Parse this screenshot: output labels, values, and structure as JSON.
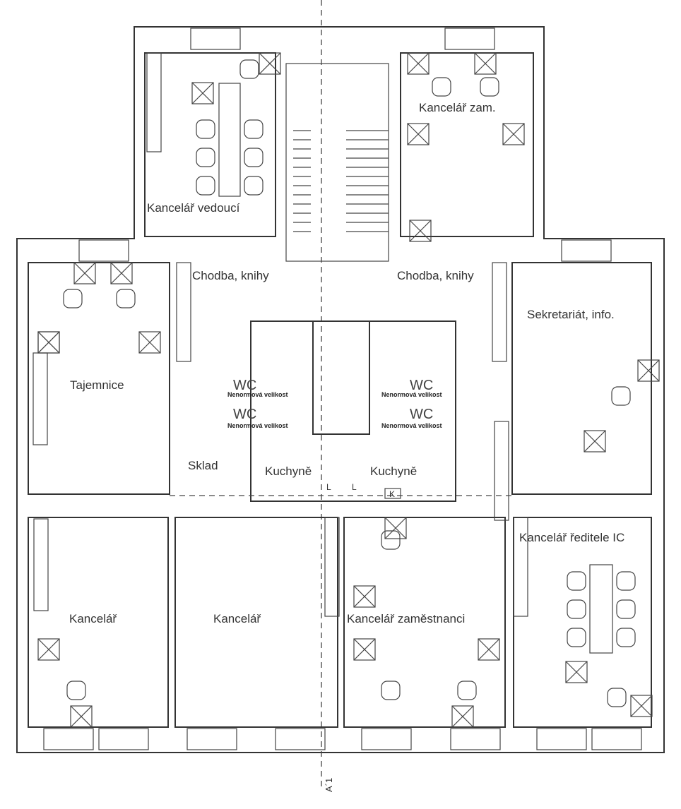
{
  "rooms": {
    "kancelar_vedouci": "Kancelář vedoucí",
    "kancelar_zam": "Kancelář zam.",
    "chodba_left": "Chodba, knihy",
    "chodba_right": "Chodba, knihy",
    "sekretariat": "Sekretariát, info.",
    "tajemnice": "Tajemnice",
    "sklad": "Sklad",
    "kuchyne_left": "Kuchyně",
    "kuchyne_right": "Kuchyně",
    "kancelar_1": "Kancelář",
    "kancelar_2": "Kancelář",
    "kancelar_zamestnanci": "Kancelář zaměstnanci",
    "kancelar_reditele": "Kancelář ředitele IC"
  },
  "wc": {
    "label": "WC",
    "note": "Nenormová velikost"
  },
  "fixtures": {
    "sink": "L",
    "stove": "K"
  },
  "section_mark": "A´1"
}
